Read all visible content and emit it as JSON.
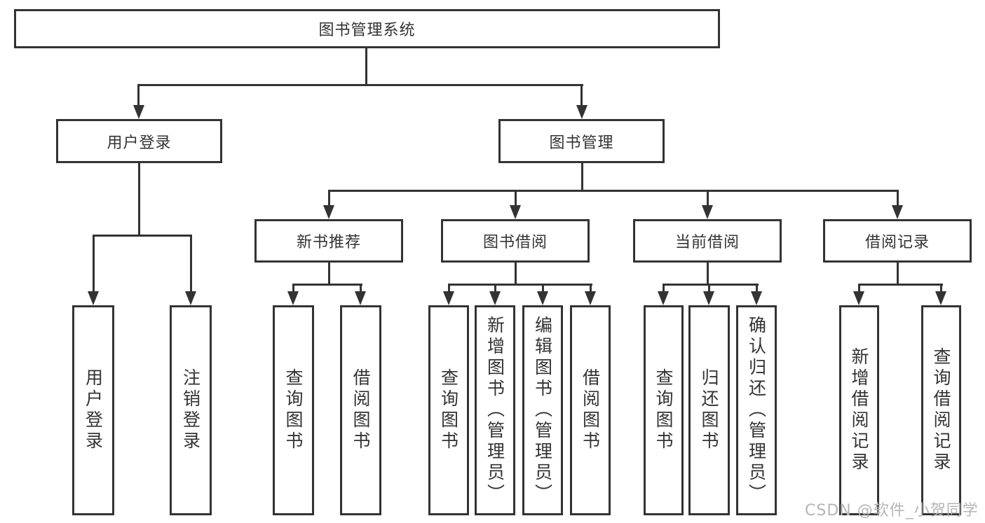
{
  "diagram": {
    "root": {
      "label": "图书管理系统"
    },
    "level2": [
      {
        "id": "user-login",
        "label": "用户登录"
      },
      {
        "id": "book-management",
        "label": "图书管理"
      }
    ],
    "level3": [
      {
        "id": "new-book-recommend",
        "label": "新书推荐"
      },
      {
        "id": "book-borrow",
        "label": "图书借阅"
      },
      {
        "id": "current-borrow",
        "label": "当前借阅"
      },
      {
        "id": "borrow-records",
        "label": "借阅记录"
      }
    ],
    "leaves": [
      {
        "parent": "用户登录",
        "label": "用户登录"
      },
      {
        "parent": "用户登录",
        "label": "注销登录"
      },
      {
        "parent": "新书推荐",
        "label": "查询图书"
      },
      {
        "parent": "新书推荐",
        "label": "借阅图书"
      },
      {
        "parent": "图书借阅",
        "label": "查询图书"
      },
      {
        "parent": "图书借阅",
        "label": "新增图书（管理员）"
      },
      {
        "parent": "图书借阅",
        "label": "编辑图书（管理员）"
      },
      {
        "parent": "图书借阅",
        "label": "借阅图书"
      },
      {
        "parent": "当前借阅",
        "label": "查询图书"
      },
      {
        "parent": "当前借阅",
        "label": "归还图书"
      },
      {
        "parent": "当前借阅",
        "label": "确认归还（管理员）"
      },
      {
        "parent": "借阅记录",
        "label": "新增借阅记录"
      },
      {
        "parent": "借阅记录",
        "label": "查询借阅记录"
      }
    ]
  },
  "watermark": {
    "text": "CSDN @软件_小贺同学"
  },
  "colors": {
    "line": "#333333",
    "box_border": "#333333",
    "box_fill": "#ffffff",
    "text": "#333333",
    "watermark": "#b5b5b5",
    "background": "#ffffff"
  }
}
